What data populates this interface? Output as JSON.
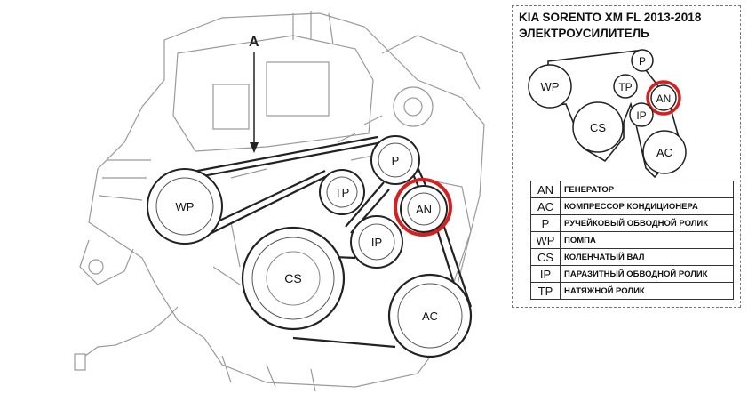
{
  "engine": {
    "arrow_label": "A",
    "pulleys": [
      {
        "id": "wp",
        "label": "WP"
      },
      {
        "id": "p",
        "label": "P"
      },
      {
        "id": "tp",
        "label": "TP"
      },
      {
        "id": "an",
        "label": "AN",
        "highlighted": true
      },
      {
        "id": "ip",
        "label": "IP"
      },
      {
        "id": "cs",
        "label": "CS"
      },
      {
        "id": "ac",
        "label": "AC"
      }
    ]
  },
  "panel": {
    "title_line1": "KIA SORENTO XM FL 2013-2018",
    "title_line2": "ЭЛЕКТРОУСИЛИТЕЛЬ",
    "mini_pulleys": [
      {
        "id": "p",
        "label": "P"
      },
      {
        "id": "wp",
        "label": "WP"
      },
      {
        "id": "tp",
        "label": "TP"
      },
      {
        "id": "an",
        "label": "AN",
        "highlighted": true
      },
      {
        "id": "ip",
        "label": "IP"
      },
      {
        "id": "cs",
        "label": "CS"
      },
      {
        "id": "ac",
        "label": "AC"
      }
    ]
  },
  "legend": [
    {
      "abbr": "AN",
      "desc": "ГЕНЕРАТОР"
    },
    {
      "abbr": "AC",
      "desc": "КОМПРЕССОР КОНДИЦИОНЕРА"
    },
    {
      "abbr": "P",
      "desc": "РУЧЕЙКОВЫЙ ОБВОДНОЙ РОЛИК"
    },
    {
      "abbr": "WP",
      "desc": "ПОМПА"
    },
    {
      "abbr": "CS",
      "desc": "КОЛЕНЧАТЫЙ ВАЛ"
    },
    {
      "abbr": "IP",
      "desc": "ПАРАЗИТНЫЙ ОБВОДНОЙ РОЛИК"
    },
    {
      "abbr": "TP",
      "desc": "НАТЯЖНОЙ РОЛИК"
    }
  ],
  "colors": {
    "highlight": "#d42020",
    "line": "#222222",
    "sketch": "#9a9a9a"
  }
}
